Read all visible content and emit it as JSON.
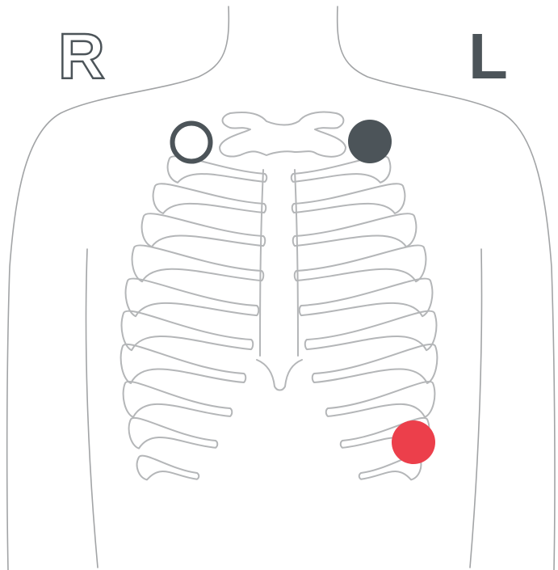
{
  "labels": {
    "right": "R",
    "left": "L"
  },
  "colors": {
    "outline": "#a2a4a6",
    "rib": "#b4b6b8",
    "electrode_dark": "#4c5459",
    "electrode_red": "#ec3f4b",
    "label_dark": "#4c5459"
  },
  "electrodes": [
    {
      "name": "right-upper-electrode",
      "style": "hollow",
      "color": "#4c5459"
    },
    {
      "name": "left-upper-electrode",
      "style": "filled",
      "color": "#4c5459"
    },
    {
      "name": "left-lower-electrode",
      "style": "filled",
      "color": "#ec3f4b"
    }
  ]
}
